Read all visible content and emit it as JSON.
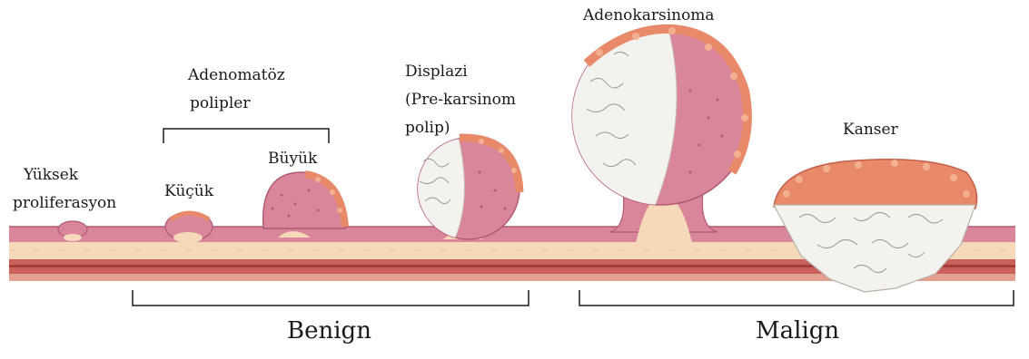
{
  "labels": {
    "yuksek_line1": "Yüksek",
    "yuksek_line2": "proliferasyon",
    "kucuk": "Küçük",
    "adenomatoz_line1": "Adenomatöz",
    "adenomatoz_line2": "polipler",
    "buyuk": "Büyük",
    "displazi_line1": "Displazi",
    "displazi_line2": "(Pre-karsinom",
    "displazi_line3": "polip)",
    "adenokarsinoma": "Adenokarsinoma",
    "kanser": "Kanser",
    "benign": "Benign",
    "malign": "Malign"
  },
  "colors": {
    "mucosa": "#d9869a",
    "mucosa_dark": "#b35a70",
    "submucosa": "#f6d9b8",
    "muscle": "#c9605a",
    "muscle_dark": "#a33e3a",
    "tumor_crust": "#e8896a",
    "tumor_white": "#f4f2ee"
  }
}
